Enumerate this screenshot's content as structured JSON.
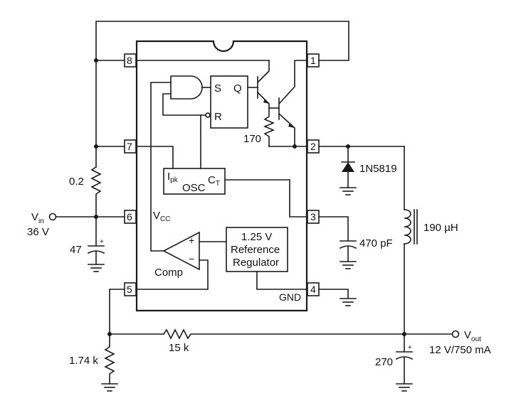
{
  "pins": {
    "p1": "1",
    "p2": "2",
    "p3": "3",
    "p4": "4",
    "p5": "5",
    "p6": "6",
    "p7": "7",
    "p8": "8"
  },
  "internal": {
    "flipflop_s": "S",
    "flipflop_r": "R",
    "flipflop_q": "Q",
    "ipk_main": "I",
    "ipk_sub": "pk",
    "osc": "OSC",
    "ct_main": "C",
    "ct_sub": "T",
    "vcc_main": "V",
    "vcc_sub": "CC",
    "comp": "Comp",
    "comp_plus": "+",
    "comp_minus": "−",
    "ref_line1": "1.25 V",
    "ref_line2": "Reference",
    "ref_line3": "Regulator",
    "gnd": "GND",
    "r170": "170"
  },
  "external": {
    "r_sense": "0.2",
    "vin_main": "V",
    "vin_sub": "in",
    "vin_value": "36 V",
    "cin": "47",
    "diode": "1N5819",
    "ct_cap": "470 pF",
    "inductor": "190 µH",
    "r_top": "15 k",
    "r_bottom": "1.74 k",
    "cout": "270",
    "vout_main": "V",
    "vout_sub": "out",
    "vout_value": "12 V/750 mA",
    "cap_plus": "+"
  }
}
